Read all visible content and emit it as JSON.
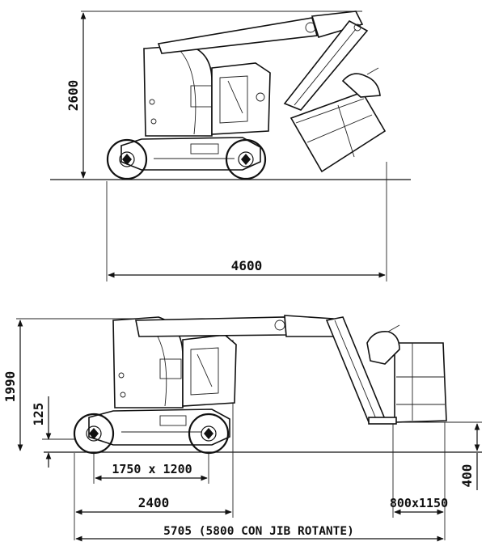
{
  "top_view": {
    "height_label": "2600",
    "length_label": "4600"
  },
  "bottom_view": {
    "height_label": "1990",
    "ground_clearance_label": "125",
    "platform_height_label": "400",
    "tyre_track_label": "1750 x 1200",
    "wheelbase_label": "2400",
    "basket_size_label": "800x1150",
    "overall_length_label": "5705  (5800 CON JIB ROTANTE)"
  }
}
